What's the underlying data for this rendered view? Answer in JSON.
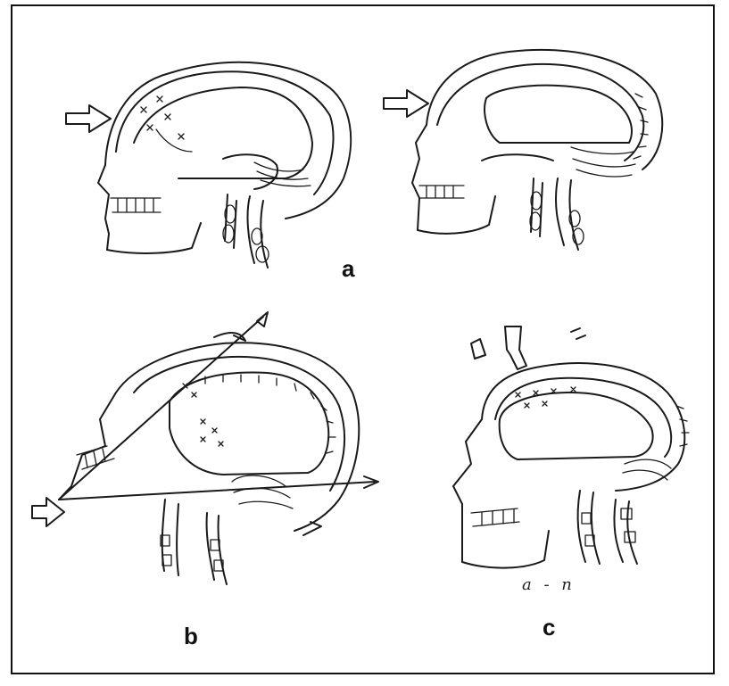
{
  "panels": {
    "a": {
      "label": "a"
    },
    "b": {
      "label": "b"
    },
    "c": {
      "label": "c"
    }
  },
  "handwriting": "a - n"
}
